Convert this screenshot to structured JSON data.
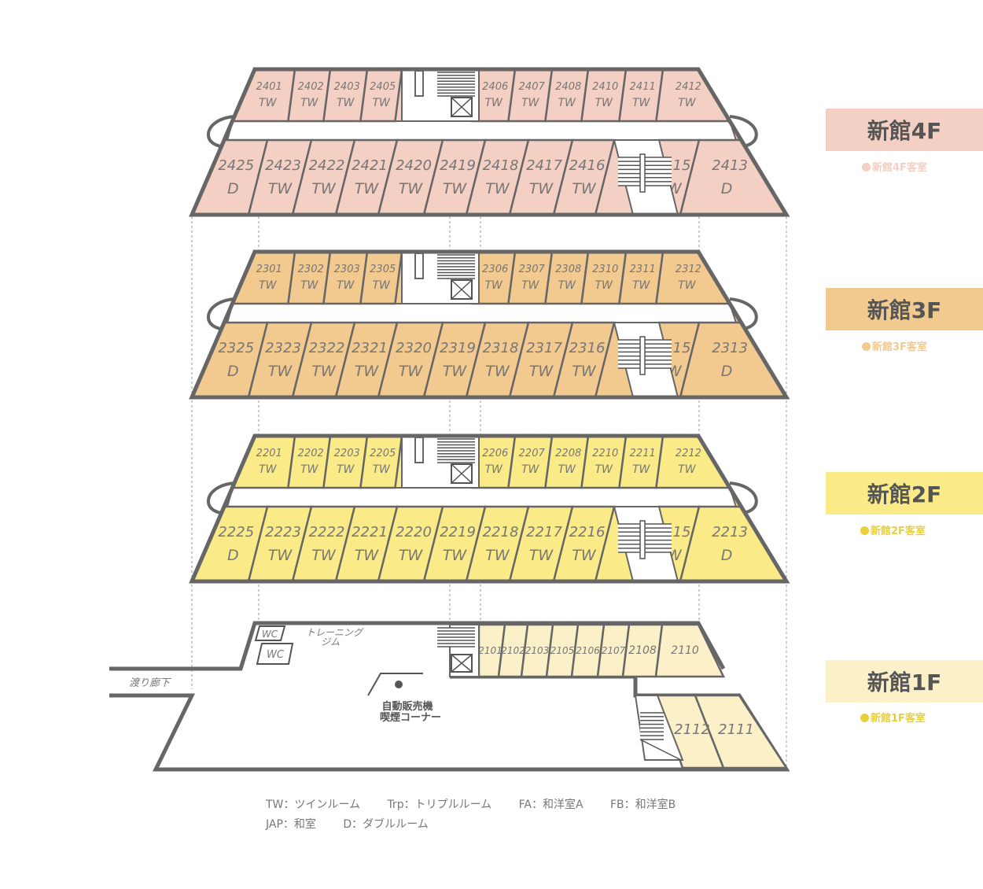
{
  "colors": {
    "f4": "#f4cfc3",
    "f3": "#f2c98f",
    "f2": "#faeb88",
    "f1": "#fcf0c9",
    "f4_text": "#f4cfc3",
    "f3_text": "#f2c98f",
    "f2_text": "#e8cf3c",
    "f1_text": "#e8cf3c",
    "outline": "#666666"
  },
  "floors": [
    {
      "id": "f4",
      "legend_title": "新館4F",
      "legend_sub": "新館4F客室",
      "upper": [
        {
          "num": "2401",
          "type": "TW"
        },
        {
          "num": "2402",
          "type": "TW"
        },
        {
          "num": "2403",
          "type": "TW"
        },
        {
          "num": "2405",
          "type": "TW"
        },
        {
          "num": "2406",
          "type": "TW"
        },
        {
          "num": "2407",
          "type": "TW"
        },
        {
          "num": "2408",
          "type": "TW"
        },
        {
          "num": "2410",
          "type": "TW"
        },
        {
          "num": "2411",
          "type": "TW"
        },
        {
          "num": "2412",
          "type": "TW"
        }
      ],
      "lower": [
        {
          "num": "2425",
          "type": "D"
        },
        {
          "num": "2423",
          "type": "TW"
        },
        {
          "num": "2422",
          "type": "TW"
        },
        {
          "num": "2421",
          "type": "TW"
        },
        {
          "num": "2420",
          "type": "TW"
        },
        {
          "num": "2419",
          "type": "TW"
        },
        {
          "num": "2418",
          "type": "TW"
        },
        {
          "num": "2417",
          "type": "TW"
        },
        {
          "num": "2416",
          "type": "TW"
        },
        {
          "num": "2415",
          "type": "TW"
        },
        {
          "num": "2413",
          "type": "D"
        }
      ]
    },
    {
      "id": "f3",
      "legend_title": "新館3F",
      "legend_sub": "新館3F客室",
      "upper": [
        {
          "num": "2301",
          "type": "TW"
        },
        {
          "num": "2302",
          "type": "TW"
        },
        {
          "num": "2303",
          "type": "TW"
        },
        {
          "num": "2305",
          "type": "TW"
        },
        {
          "num": "2306",
          "type": "TW"
        },
        {
          "num": "2307",
          "type": "TW"
        },
        {
          "num": "2308",
          "type": "TW"
        },
        {
          "num": "2310",
          "type": "TW"
        },
        {
          "num": "2311",
          "type": "TW"
        },
        {
          "num": "2312",
          "type": "TW"
        }
      ],
      "lower": [
        {
          "num": "2325",
          "type": "D"
        },
        {
          "num": "2323",
          "type": "TW"
        },
        {
          "num": "2322",
          "type": "TW"
        },
        {
          "num": "2321",
          "type": "TW"
        },
        {
          "num": "2320",
          "type": "TW"
        },
        {
          "num": "2319",
          "type": "TW"
        },
        {
          "num": "2318",
          "type": "TW"
        },
        {
          "num": "2317",
          "type": "TW"
        },
        {
          "num": "2316",
          "type": "TW"
        },
        {
          "num": "2315",
          "type": "TW"
        },
        {
          "num": "2313",
          "type": "D"
        }
      ]
    },
    {
      "id": "f2",
      "legend_title": "新館2F",
      "legend_sub": "新館2F客室",
      "upper": [
        {
          "num": "2201",
          "type": "TW"
        },
        {
          "num": "2202",
          "type": "TW"
        },
        {
          "num": "2203",
          "type": "TW"
        },
        {
          "num": "2205",
          "type": "TW"
        },
        {
          "num": "2206",
          "type": "TW"
        },
        {
          "num": "2207",
          "type": "TW"
        },
        {
          "num": "2208",
          "type": "TW"
        },
        {
          "num": "2210",
          "type": "TW"
        },
        {
          "num": "2211",
          "type": "TW"
        },
        {
          "num": "2212",
          "type": "TW"
        }
      ],
      "lower": [
        {
          "num": "2225",
          "type": "D"
        },
        {
          "num": "2223",
          "type": "TW"
        },
        {
          "num": "2222",
          "type": "TW"
        },
        {
          "num": "2221",
          "type": "TW"
        },
        {
          "num": "2220",
          "type": "TW"
        },
        {
          "num": "2219",
          "type": "TW"
        },
        {
          "num": "2218",
          "type": "TW"
        },
        {
          "num": "2217",
          "type": "TW"
        },
        {
          "num": "2216",
          "type": "TW"
        },
        {
          "num": "2215",
          "type": "TW"
        },
        {
          "num": "2213",
          "type": "D"
        }
      ]
    }
  ],
  "floor1": {
    "legend_title": "新館1F",
    "legend_sub": "新館1F客室",
    "upper_rooms": [
      "2101",
      "2102",
      "2103",
      "2105",
      "2106",
      "2107",
      "2108",
      "2110"
    ],
    "lower_rooms": [
      "2112",
      "2111"
    ],
    "wc_label": "WC",
    "gym_label_1": "トレーニング",
    "gym_label_2": "ジム",
    "walkway_label": "渡り廊下",
    "vending_label_1": "自動販売機",
    "vending_label_2": "喫煙コーナー"
  },
  "key": {
    "line1": [
      "TW：ツインルーム",
      "Trp：トリプルルーム",
      "FA：和洋室A",
      "FB：和洋室B"
    ],
    "line2": [
      "JAP：和室",
      "D：ダブルルーム"
    ]
  }
}
